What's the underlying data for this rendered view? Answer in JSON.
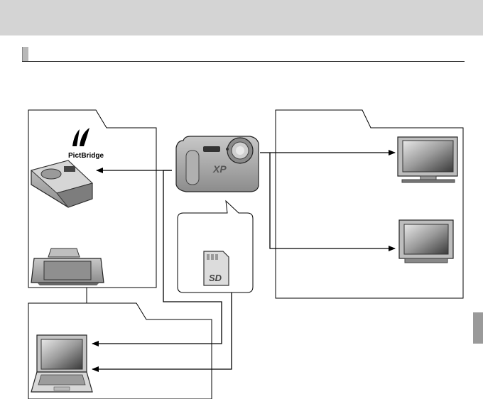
{
  "pictbridge": {
    "label": "PictBridge"
  },
  "camera": {
    "model_text": "XP"
  },
  "sd_card": {
    "logo": "SD"
  },
  "colors": {
    "header_band": "#d4d4d4",
    "side_tab": "#9a9a9a",
    "line": "#000000"
  }
}
